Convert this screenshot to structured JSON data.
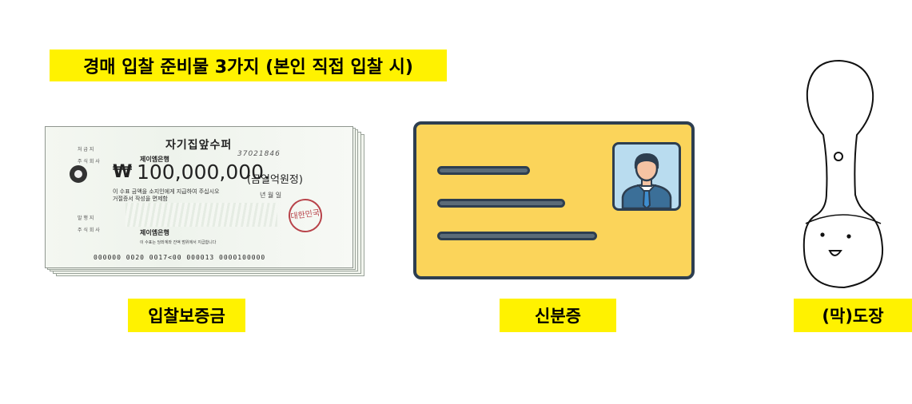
{
  "title": "경매 입찰 준비물 3가지 (본인 직접 입찰 시)",
  "items": [
    {
      "caption": "입찰보증금"
    },
    {
      "caption": "신분증"
    },
    {
      "caption": "(막)도장"
    }
  ],
  "check": {
    "heading": "자기집앞수퍼",
    "serial": "37021846",
    "bank_name": "제이엠은행",
    "currency_symbol": "₩",
    "amount": "100,000,000.",
    "amount_words": "(금일억원정)",
    "line1": "이 수표 금액을 소지인에게 지급하여 주십시오",
    "line2": "거절증서 작성을 면제함",
    "date_labels": "년      월      일",
    "left_labels": "처 급 지|주 식 회 사|발 행 지|주 식 회 사",
    "bank_name_2": "제이엠은행",
    "fine_print": "이 수표는 당좌계좌 잔액 범위에서 지급합니다",
    "seal_text": "대한민국",
    "micr": "000000  0020  0017<00  000013   0000100000"
  },
  "colors": {
    "highlight": "#fff200",
    "card_fill": "#fbd45a",
    "card_outline": "#2d3e50",
    "seal_red": "#b8434a"
  },
  "icons": [
    "bank-check-image",
    "id-card-icon",
    "person-avatar-icon",
    "stamp-seal-icon"
  ]
}
